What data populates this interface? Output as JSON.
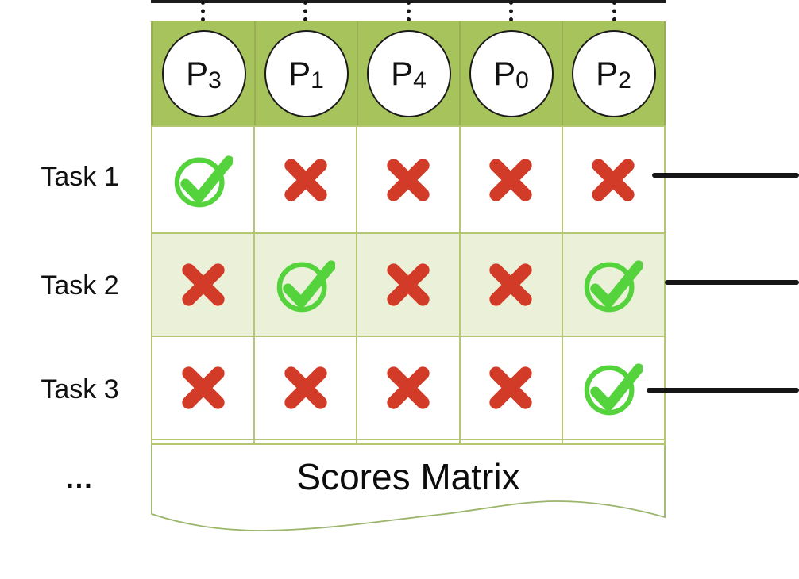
{
  "diagram": {
    "title": "Scores Matrix",
    "more_rows_indicator": "...",
    "header": {
      "policies": [
        {
          "base": "P",
          "sub": "3"
        },
        {
          "base": "P",
          "sub": "1"
        },
        {
          "base": "P",
          "sub": "4"
        },
        {
          "base": "P",
          "sub": "0"
        },
        {
          "base": "P",
          "sub": "2"
        }
      ]
    },
    "rows": [
      {
        "label": "Task 1",
        "cells": [
          "check",
          "cross",
          "cross",
          "cross",
          "cross"
        ]
      },
      {
        "label": "Task 2",
        "cells": [
          "cross",
          "check",
          "cross",
          "cross",
          "check"
        ]
      },
      {
        "label": "Task 3",
        "cells": [
          "cross",
          "cross",
          "cross",
          "cross",
          "check"
        ]
      }
    ],
    "colors": {
      "header_bg": "#a6c35c",
      "grid_line": "#b5c773",
      "alt_row_bg": "#ebf1d9",
      "check_green": "#54d33c",
      "cross_red": "#d23b27",
      "connector": "#161616"
    }
  }
}
